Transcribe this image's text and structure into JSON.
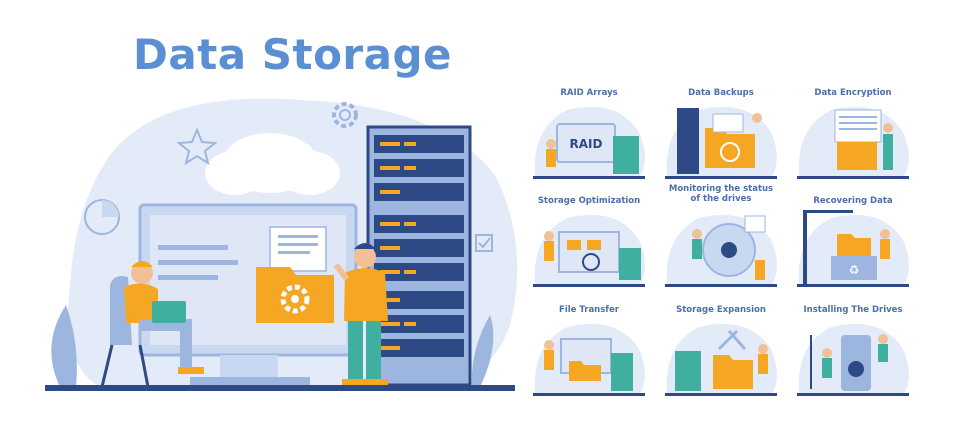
{
  "title": "Data Storage",
  "hero": {
    "server_label": "",
    "folder_icon": "gear-icon",
    "laptop_icon": "apple-icon"
  },
  "tiles": [
    {
      "label": "RAID Arrays",
      "screen_text": "RAID"
    },
    {
      "label": "Data Backups"
    },
    {
      "label": "Data Encryption"
    },
    {
      "label": "Storage Optimization"
    },
    {
      "label": "Monitoring the status of the drives"
    },
    {
      "label": "Recovering Data"
    },
    {
      "label": "File Transfer"
    },
    {
      "label": "Storage Expansion"
    },
    {
      "label": "Installing The Drives"
    }
  ],
  "colors": {
    "accent": "#5b8fd3",
    "light_blue": "#e4ebf8",
    "mid_blue": "#c9d8f1",
    "navy": "#2e4a86",
    "orange": "#f5a623",
    "teal": "#3fb0a0"
  }
}
